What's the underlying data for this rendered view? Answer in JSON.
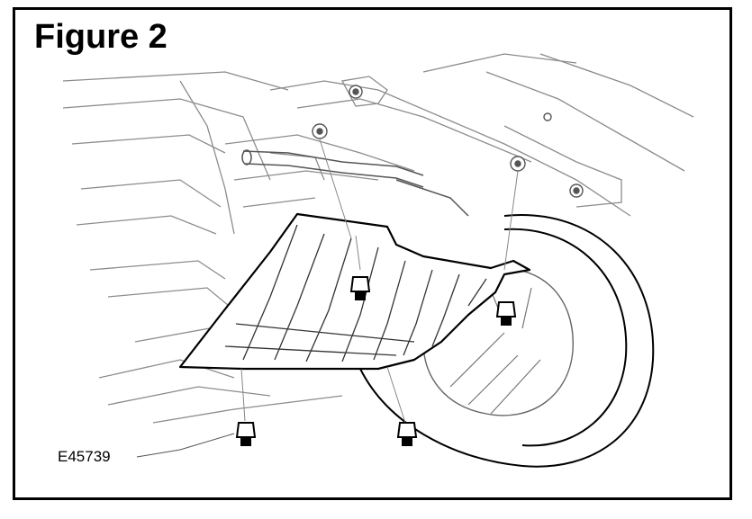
{
  "figure": {
    "title": "Figure 2",
    "reference_code": "E45739"
  },
  "colors": {
    "line": "#000000",
    "faint_line": "#9a9a9a",
    "background": "#ffffff"
  },
  "parts": {
    "shield": "underbody-shield-panel",
    "fasteners": [
      "bolt",
      "bolt",
      "bolt",
      "bolt"
    ],
    "wheel": "front-wheel-tyre"
  }
}
